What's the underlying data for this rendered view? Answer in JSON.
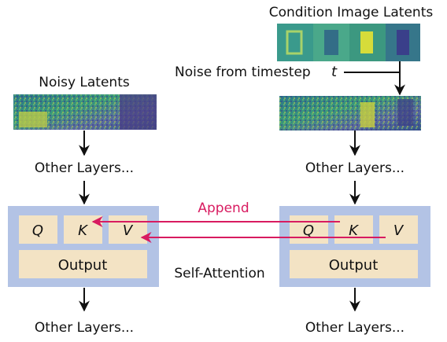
{
  "labels": {
    "condition_image_latents": "Condition Image Latents",
    "noisy_latents": "Noisy Latents",
    "noise_from_timestep": "Noise from timestep",
    "timestep_var": "t",
    "other_layers": "Other Layers...",
    "append": "Append",
    "self_attention": "Self-Attention"
  },
  "attention_block_left": {
    "q": "Q",
    "k": "K",
    "v": "V",
    "output": "Output"
  },
  "attention_block_right": {
    "q": "Q",
    "k": "K",
    "v": "V",
    "output": "Output"
  },
  "colors": {
    "block_bg": "#b3c3e5",
    "cell_bg": "#f3e3c4",
    "append_arrow": "#d81b60",
    "arrow": "#111111"
  }
}
